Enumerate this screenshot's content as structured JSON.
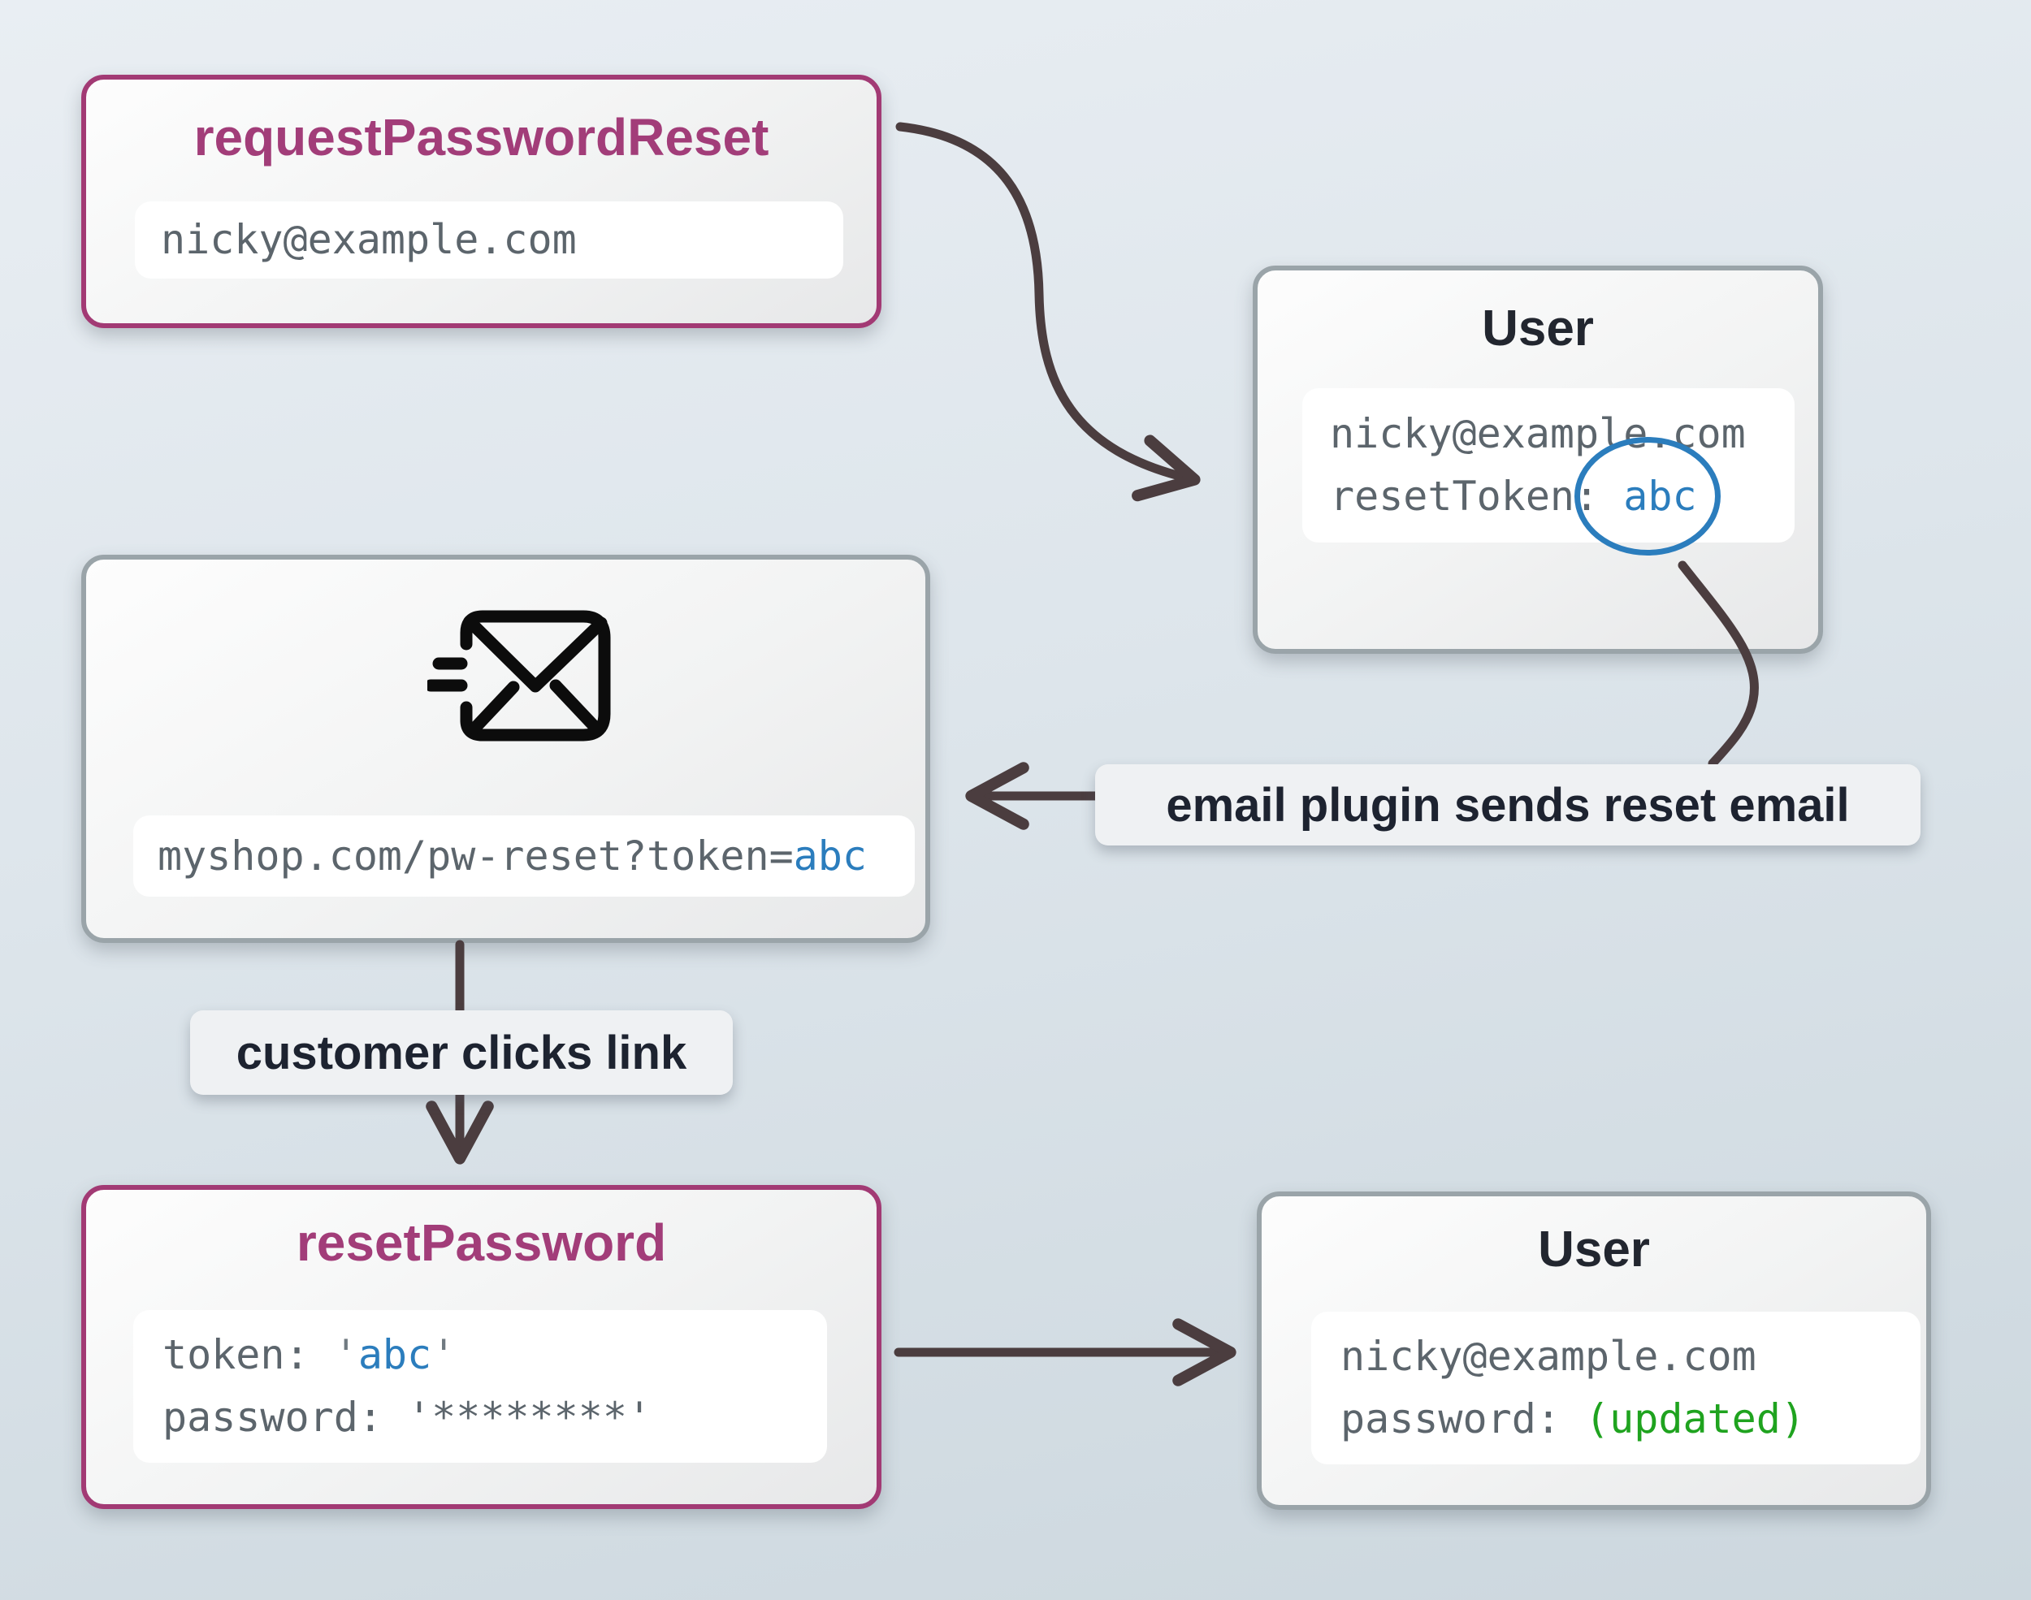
{
  "colors": {
    "background_top": "#e9eef3",
    "background_bottom": "#ccd7de",
    "purple_accent": "#a23d79",
    "gray_border": "#9aa4a9",
    "dark_text": "#1d2330",
    "mono_gray": "#5c656c",
    "token_blue": "#2b7dbd",
    "updated_green": "#1fa31f",
    "arrow": "#4b3d3f"
  },
  "icons": {
    "email_send": "email-send-icon"
  },
  "nodes": {
    "request_password_reset": {
      "title": "requestPasswordReset",
      "email_value": "nicky@example.com"
    },
    "user_top": {
      "title": "User",
      "email_value": "nicky@example.com",
      "reset_token_label": "resetToken: ",
      "reset_token_value": "abc"
    },
    "email_message": {
      "url_prefix": "myshop.com/pw-reset?token=",
      "url_token": "abc"
    },
    "reset_password": {
      "title": "resetPassword",
      "token_label": "token: ",
      "open_quote": "'",
      "token_value": "abc",
      "close_quote": "'",
      "password_label": "password: ",
      "password_value": "'********'"
    },
    "user_bottom": {
      "title": "User",
      "email_value": "nicky@example.com",
      "password_label": "password: ",
      "password_value": "(updated)"
    }
  },
  "annotations": {
    "email_plugin_label": "email plugin sends reset email",
    "customer_clicks_label": "customer clicks link"
  }
}
